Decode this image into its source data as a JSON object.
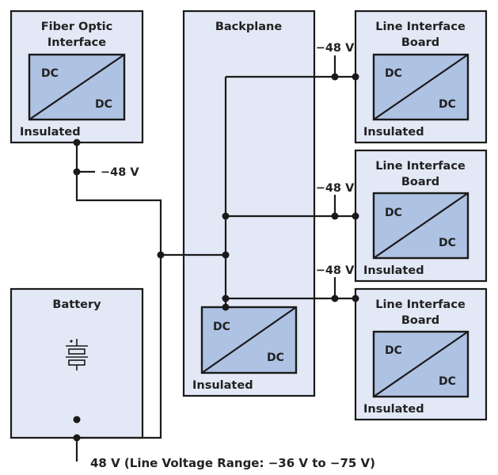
{
  "blocks": {
    "fiber_optic": {
      "title_line1": "Fiber Optic",
      "title_line2": "Interface",
      "converter_in": "DC",
      "converter_out": "DC",
      "note": "Insulated"
    },
    "backplane": {
      "title": "Backplane",
      "converter_in": "DC",
      "converter_out": "DC",
      "note": "Insulated"
    },
    "line_interface_boards": [
      {
        "title_line1": "Line Interface",
        "title_line2": "Board",
        "converter_in": "DC",
        "converter_out": "DC",
        "note": "Insulated",
        "bus_label": "−48 V"
      },
      {
        "title_line1": "Line Interface",
        "title_line2": "Board",
        "converter_in": "DC",
        "converter_out": "DC",
        "note": "Insulated",
        "bus_label": "−48 V"
      },
      {
        "title_line1": "Line Interface",
        "title_line2": "Board",
        "converter_in": "DC",
        "converter_out": "DC",
        "note": "Insulated",
        "bus_label": "−48 V"
      }
    ],
    "battery": {
      "title": "Battery",
      "symbol": "battery-icon"
    }
  },
  "labels": {
    "fiber_tap": "−48 V",
    "supply_footer": "48 V (Line Voltage Range: −36 V to −75 V)"
  },
  "colors": {
    "block_fill": "#e2e8f5",
    "converter_fill": "#aec2e3",
    "line": "#1a1a1a",
    "text": "#222222"
  }
}
